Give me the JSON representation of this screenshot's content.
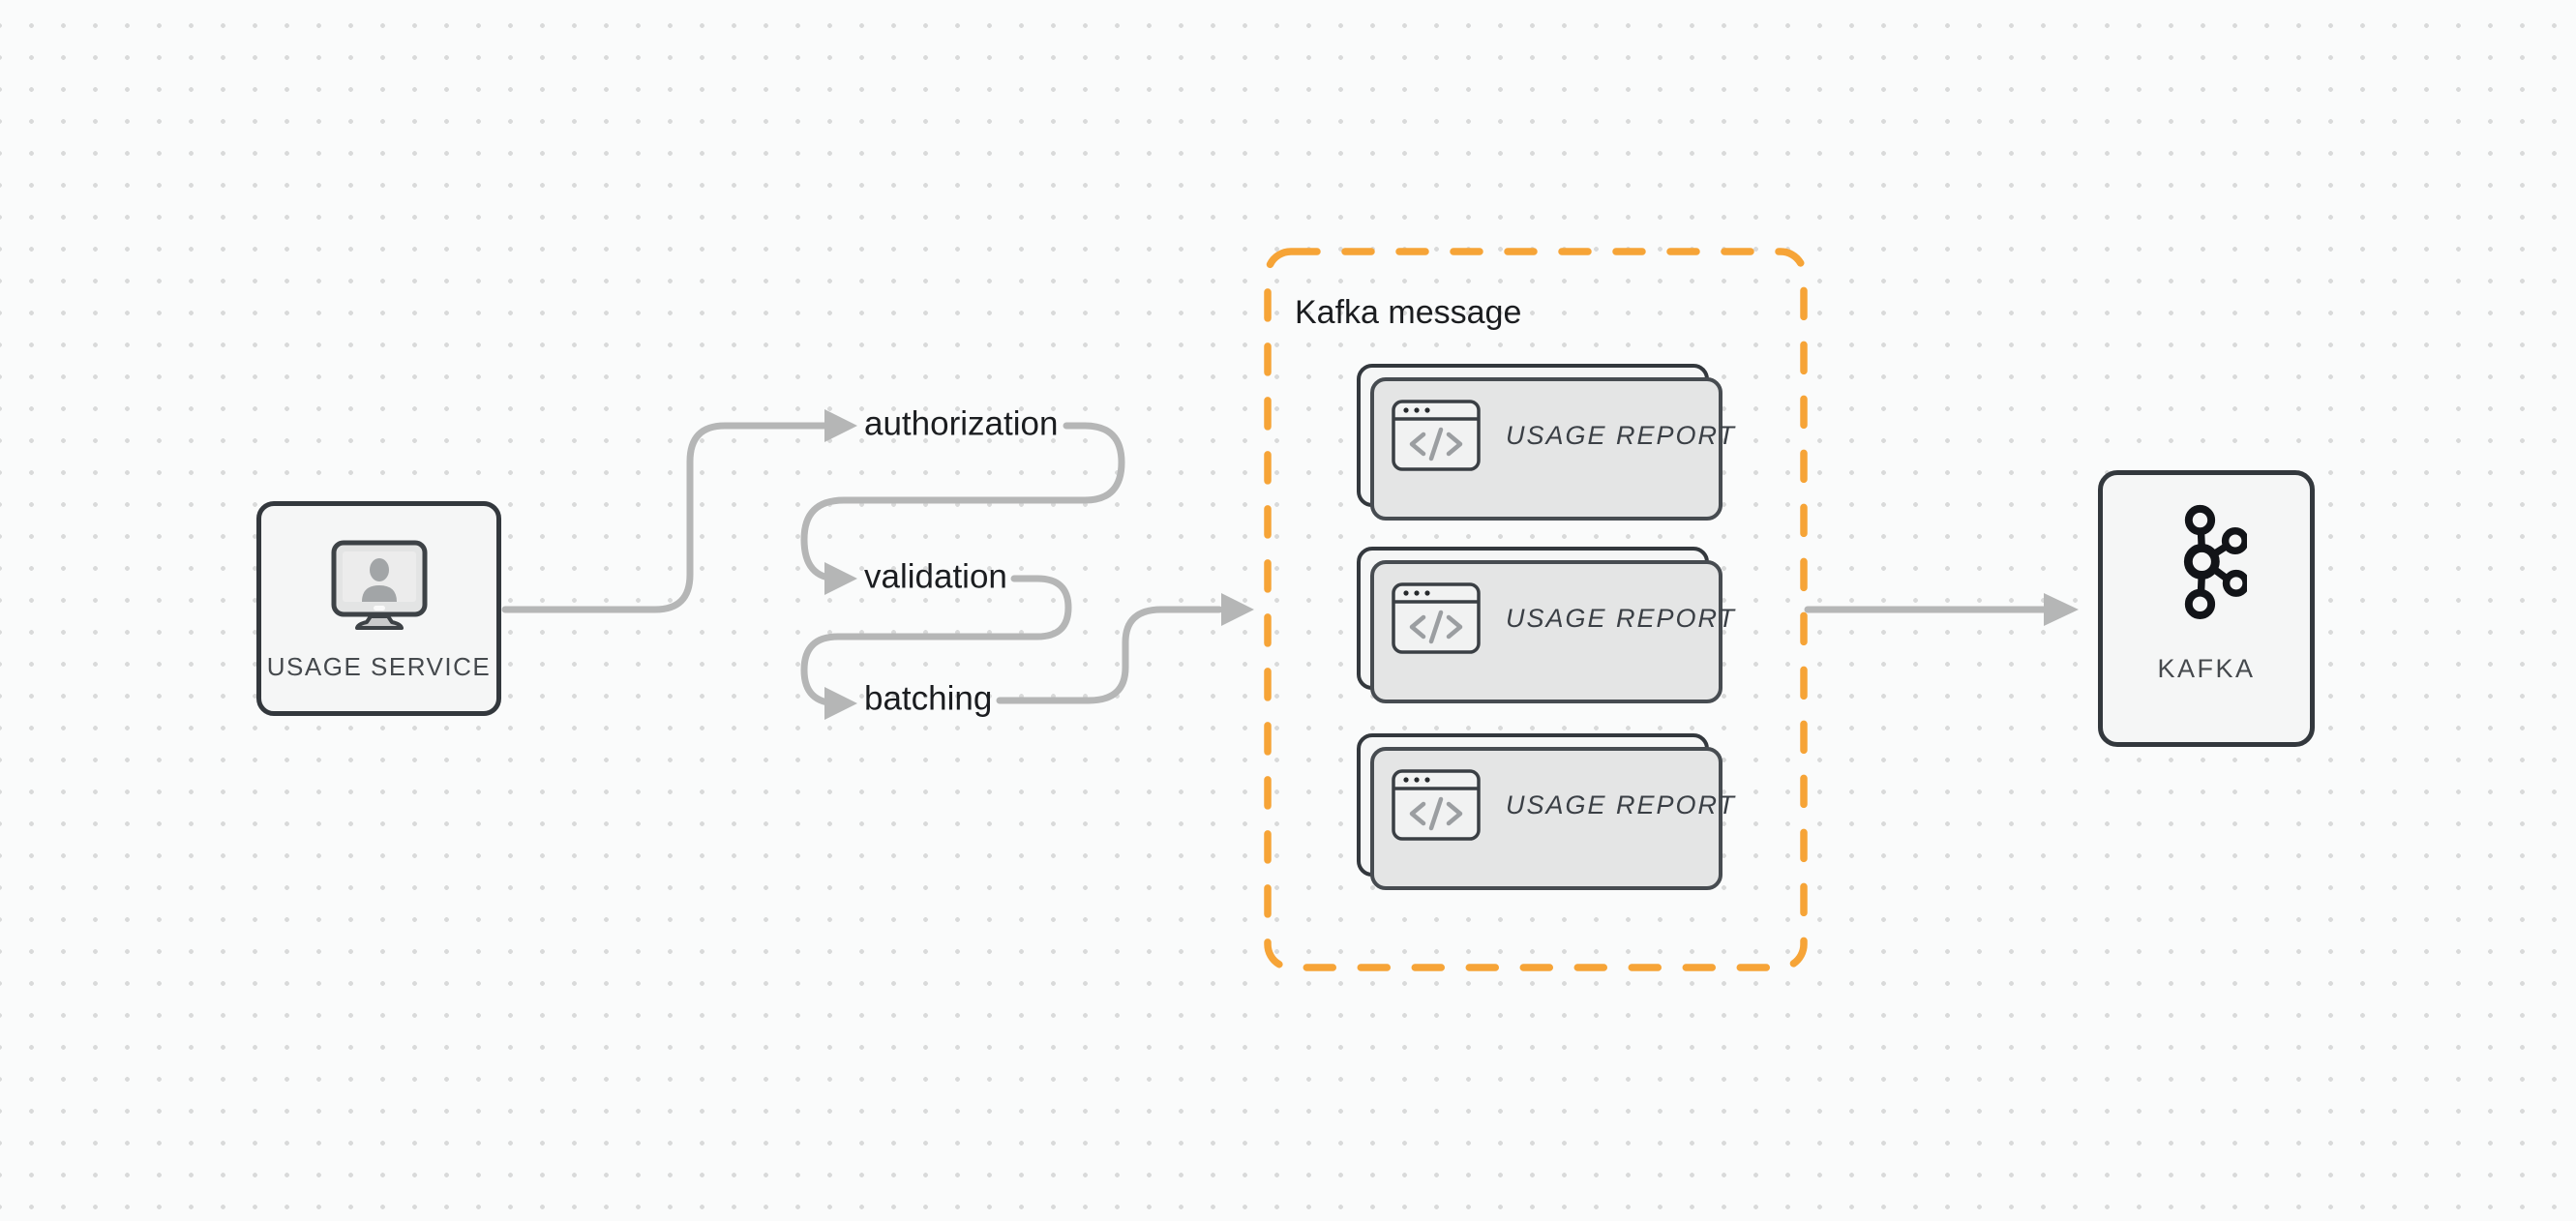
{
  "diagram": {
    "source_node": {
      "label": "USAGE SERVICE",
      "icon": "monitor-user-icon"
    },
    "steps": [
      {
        "label": "authorization"
      },
      {
        "label": "validation"
      },
      {
        "label": "batching"
      }
    ],
    "message_group": {
      "title": "Kafka message",
      "cards": [
        {
          "label": "USAGE REPORT",
          "icon": "browser-code-icon"
        },
        {
          "label": "USAGE REPORT",
          "icon": "browser-code-icon"
        },
        {
          "label": "USAGE REPORT",
          "icon": "browser-code-icon"
        }
      ]
    },
    "target_node": {
      "label": "KAFKA",
      "icon": "kafka-logo-icon"
    },
    "colors": {
      "connector_gray": "#b5b6b6",
      "node_border_dark": "#33383d",
      "node_fill": "#f5f6f6",
      "group_border_orange": "#F6A437",
      "text_dark": "#1b1d20",
      "text_muted": "#45494d"
    }
  }
}
